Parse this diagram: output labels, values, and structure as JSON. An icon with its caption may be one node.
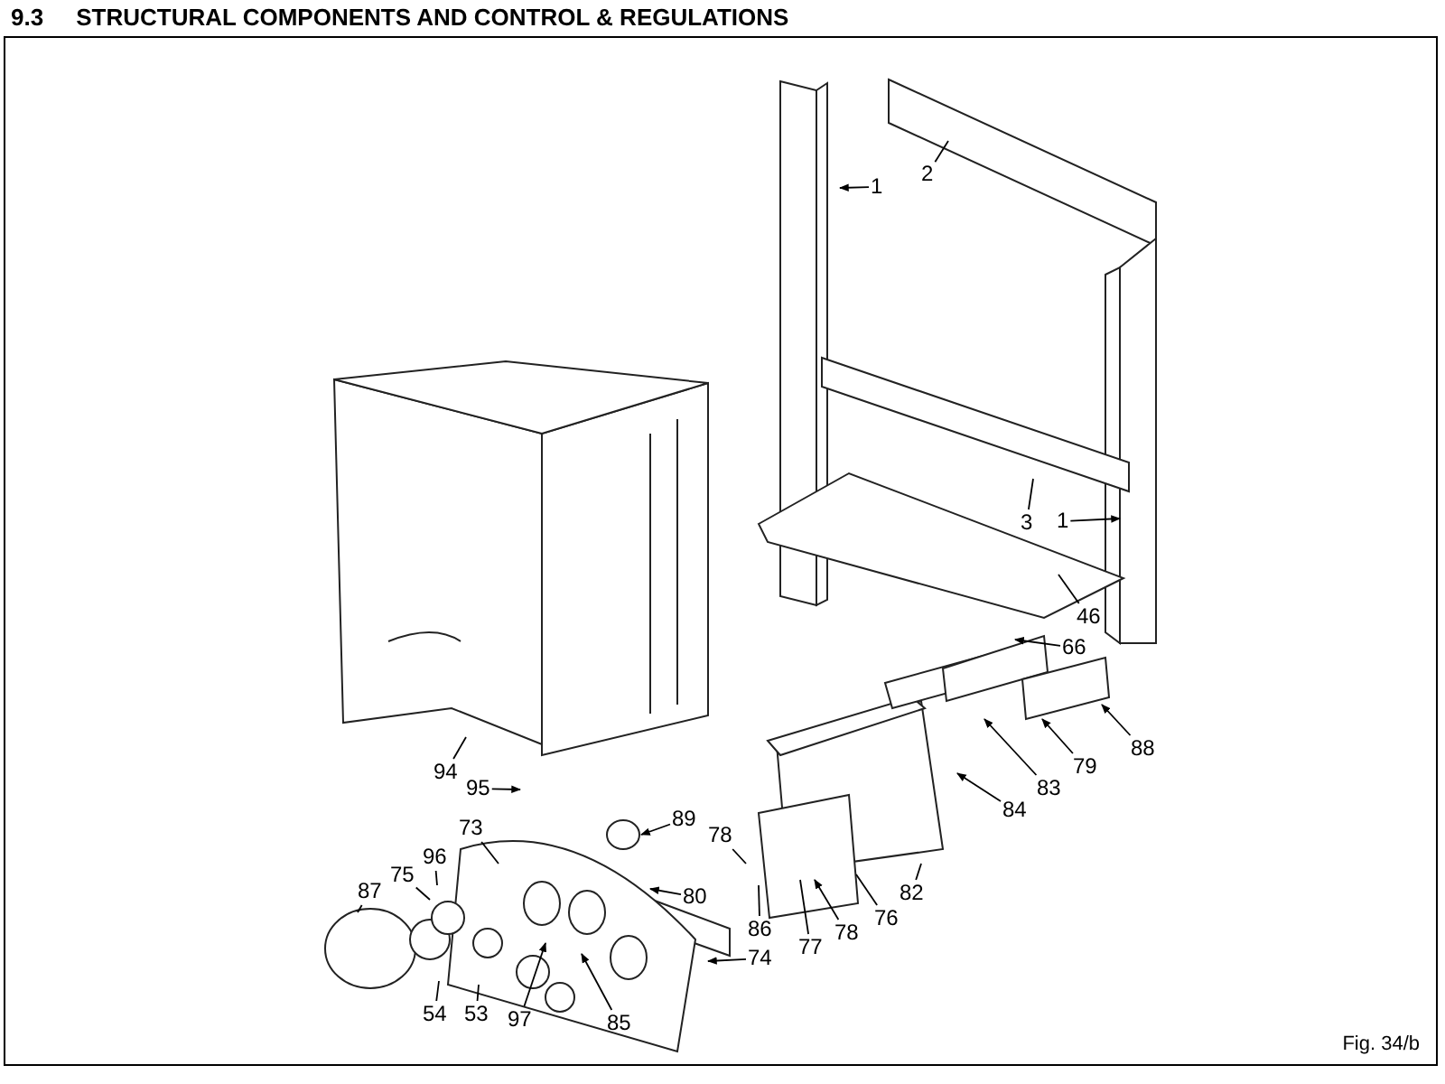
{
  "diagram": {
    "title": "9.3     STRUCTURAL COMPONENTS AND CONTROL & REGULATIONS",
    "nodes": [
      {
        "text": [
          "1"
        ]
      },
      {
        "text": [
          "2"
        ]
      },
      {
        "text": [
          "3"
        ]
      },
      {
        "text": [
          "1"
        ]
      },
      {
        "text": [
          "46"
        ]
      },
      {
        "text": [
          "66"
        ]
      },
      {
        "text": [
          "88"
        ]
      },
      {
        "text": [
          "79"
        ]
      },
      {
        "text": [
          "83"
        ]
      },
      {
        "text": [
          "84"
        ]
      },
      {
        "text": [
          "94"
        ]
      },
      {
        "text": [
          "95"
        ]
      },
      {
        "text": [
          "82"
        ]
      },
      {
        "text": [
          "89"
        ]
      },
      {
        "text": [
          "78"
        ]
      },
      {
        "text": [
          "80"
        ]
      },
      {
        "text": [
          "86"
        ]
      },
      {
        "text": [
          "78"
        ]
      },
      {
        "text": [
          "77"
        ]
      },
      {
        "text": [
          "76"
        ]
      },
      {
        "text": [
          "73"
        ]
      },
      {
        "text": [
          "96"
        ]
      },
      {
        "text": [
          "75"
        ]
      },
      {
        "text": [
          "87"
        ]
      },
      {
        "text": [
          "74"
        ]
      },
      {
        "text": [
          "54"
        ]
      },
      {
        "text": [
          "53"
        ]
      },
      {
        "text": [
          "97"
        ]
      },
      {
        "text": [
          "85"
        ]
      }
    ],
    "edges": [
      {
        "from": 0,
        "to": null,
        "arrow": "to"
      },
      {
        "from": 1,
        "to": null,
        "arrow": "none"
      },
      {
        "from": 2,
        "to": null,
        "arrow": "none"
      },
      {
        "from": 3,
        "to": null,
        "arrow": "to"
      },
      {
        "from": 4,
        "to": null,
        "arrow": "none"
      },
      {
        "from": 5,
        "to": null,
        "arrow": "to"
      },
      {
        "from": 6,
        "to": null,
        "arrow": "to"
      },
      {
        "from": 7,
        "to": null,
        "arrow": "to"
      },
      {
        "from": 8,
        "to": null,
        "arrow": "to"
      },
      {
        "from": 9,
        "to": null,
        "arrow": "to"
      },
      {
        "from": 10,
        "to": null,
        "arrow": "none"
      },
      {
        "from": 11,
        "to": null,
        "arrow": "to"
      },
      {
        "from": 12,
        "to": null,
        "arrow": "none"
      },
      {
        "from": 13,
        "to": null,
        "arrow": "to"
      },
      {
        "from": 14,
        "to": null,
        "arrow": "none"
      },
      {
        "from": 15,
        "to": null,
        "arrow": "to"
      },
      {
        "from": 16,
        "to": null,
        "arrow": "none"
      },
      {
        "from": 17,
        "to": null,
        "arrow": "to"
      },
      {
        "from": 18,
        "to": null,
        "arrow": "none"
      },
      {
        "from": 19,
        "to": null,
        "arrow": "none"
      },
      {
        "from": 20,
        "to": null,
        "arrow": "none"
      },
      {
        "from": 21,
        "to": null,
        "arrow": "none"
      },
      {
        "from": 22,
        "to": null,
        "arrow": "none"
      },
      {
        "from": 23,
        "to": null,
        "arrow": "none"
      },
      {
        "from": 24,
        "to": null,
        "arrow": "to"
      },
      {
        "from": 25,
        "to": null,
        "arrow": "none"
      },
      {
        "from": 26,
        "to": null,
        "arrow": "none"
      },
      {
        "from": 27,
        "to": null,
        "arrow": "to"
      },
      {
        "from": 28,
        "to": null,
        "arrow": "to"
      }
    ],
    "labels": [
      "Fig. 34/b"
    ]
  }
}
